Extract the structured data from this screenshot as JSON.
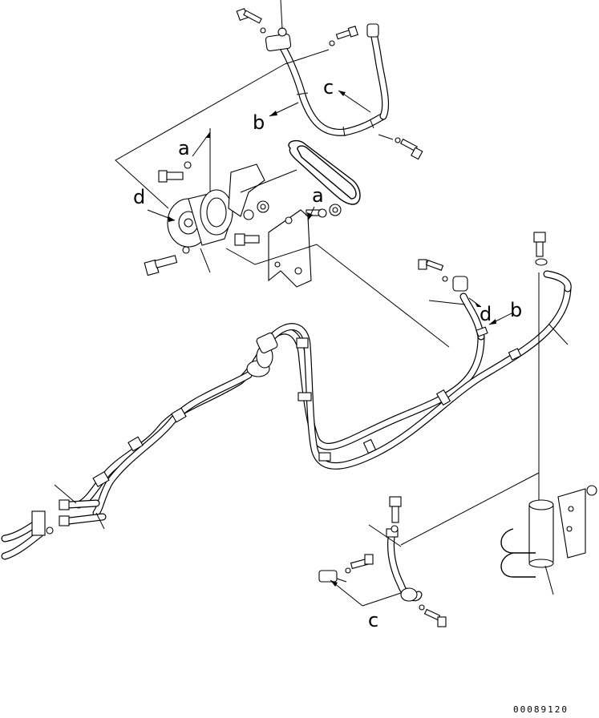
{
  "callouts": {
    "a1": "a",
    "a2": "a",
    "b1": "b",
    "b2": "b",
    "c1": "c",
    "c2": "c",
    "d1": "d",
    "d2": "d"
  },
  "drawing_code": "00089120"
}
